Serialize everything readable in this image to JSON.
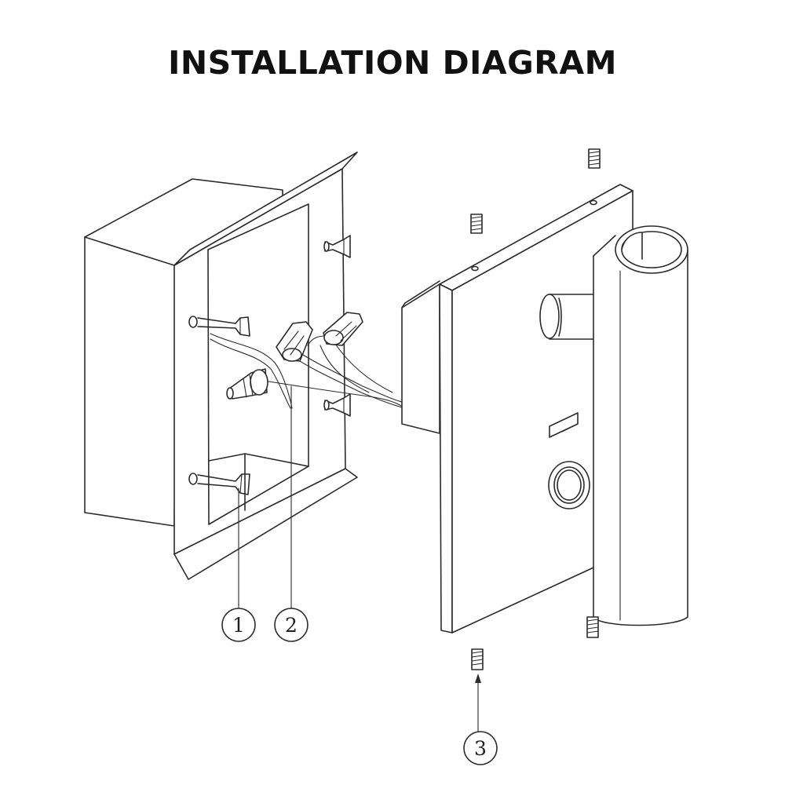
{
  "title": "INSTALLATION DIAGRAM",
  "callouts": [
    {
      "number": "1",
      "refers_to": "wall anchors and screws"
    },
    {
      "number": "2",
      "refers_to": "wiring and wire connectors"
    },
    {
      "number": "3",
      "refers_to": "set screw"
    }
  ],
  "colors": {
    "line": "#2b2b2b",
    "background": "#ffffff",
    "title": "#111111"
  }
}
